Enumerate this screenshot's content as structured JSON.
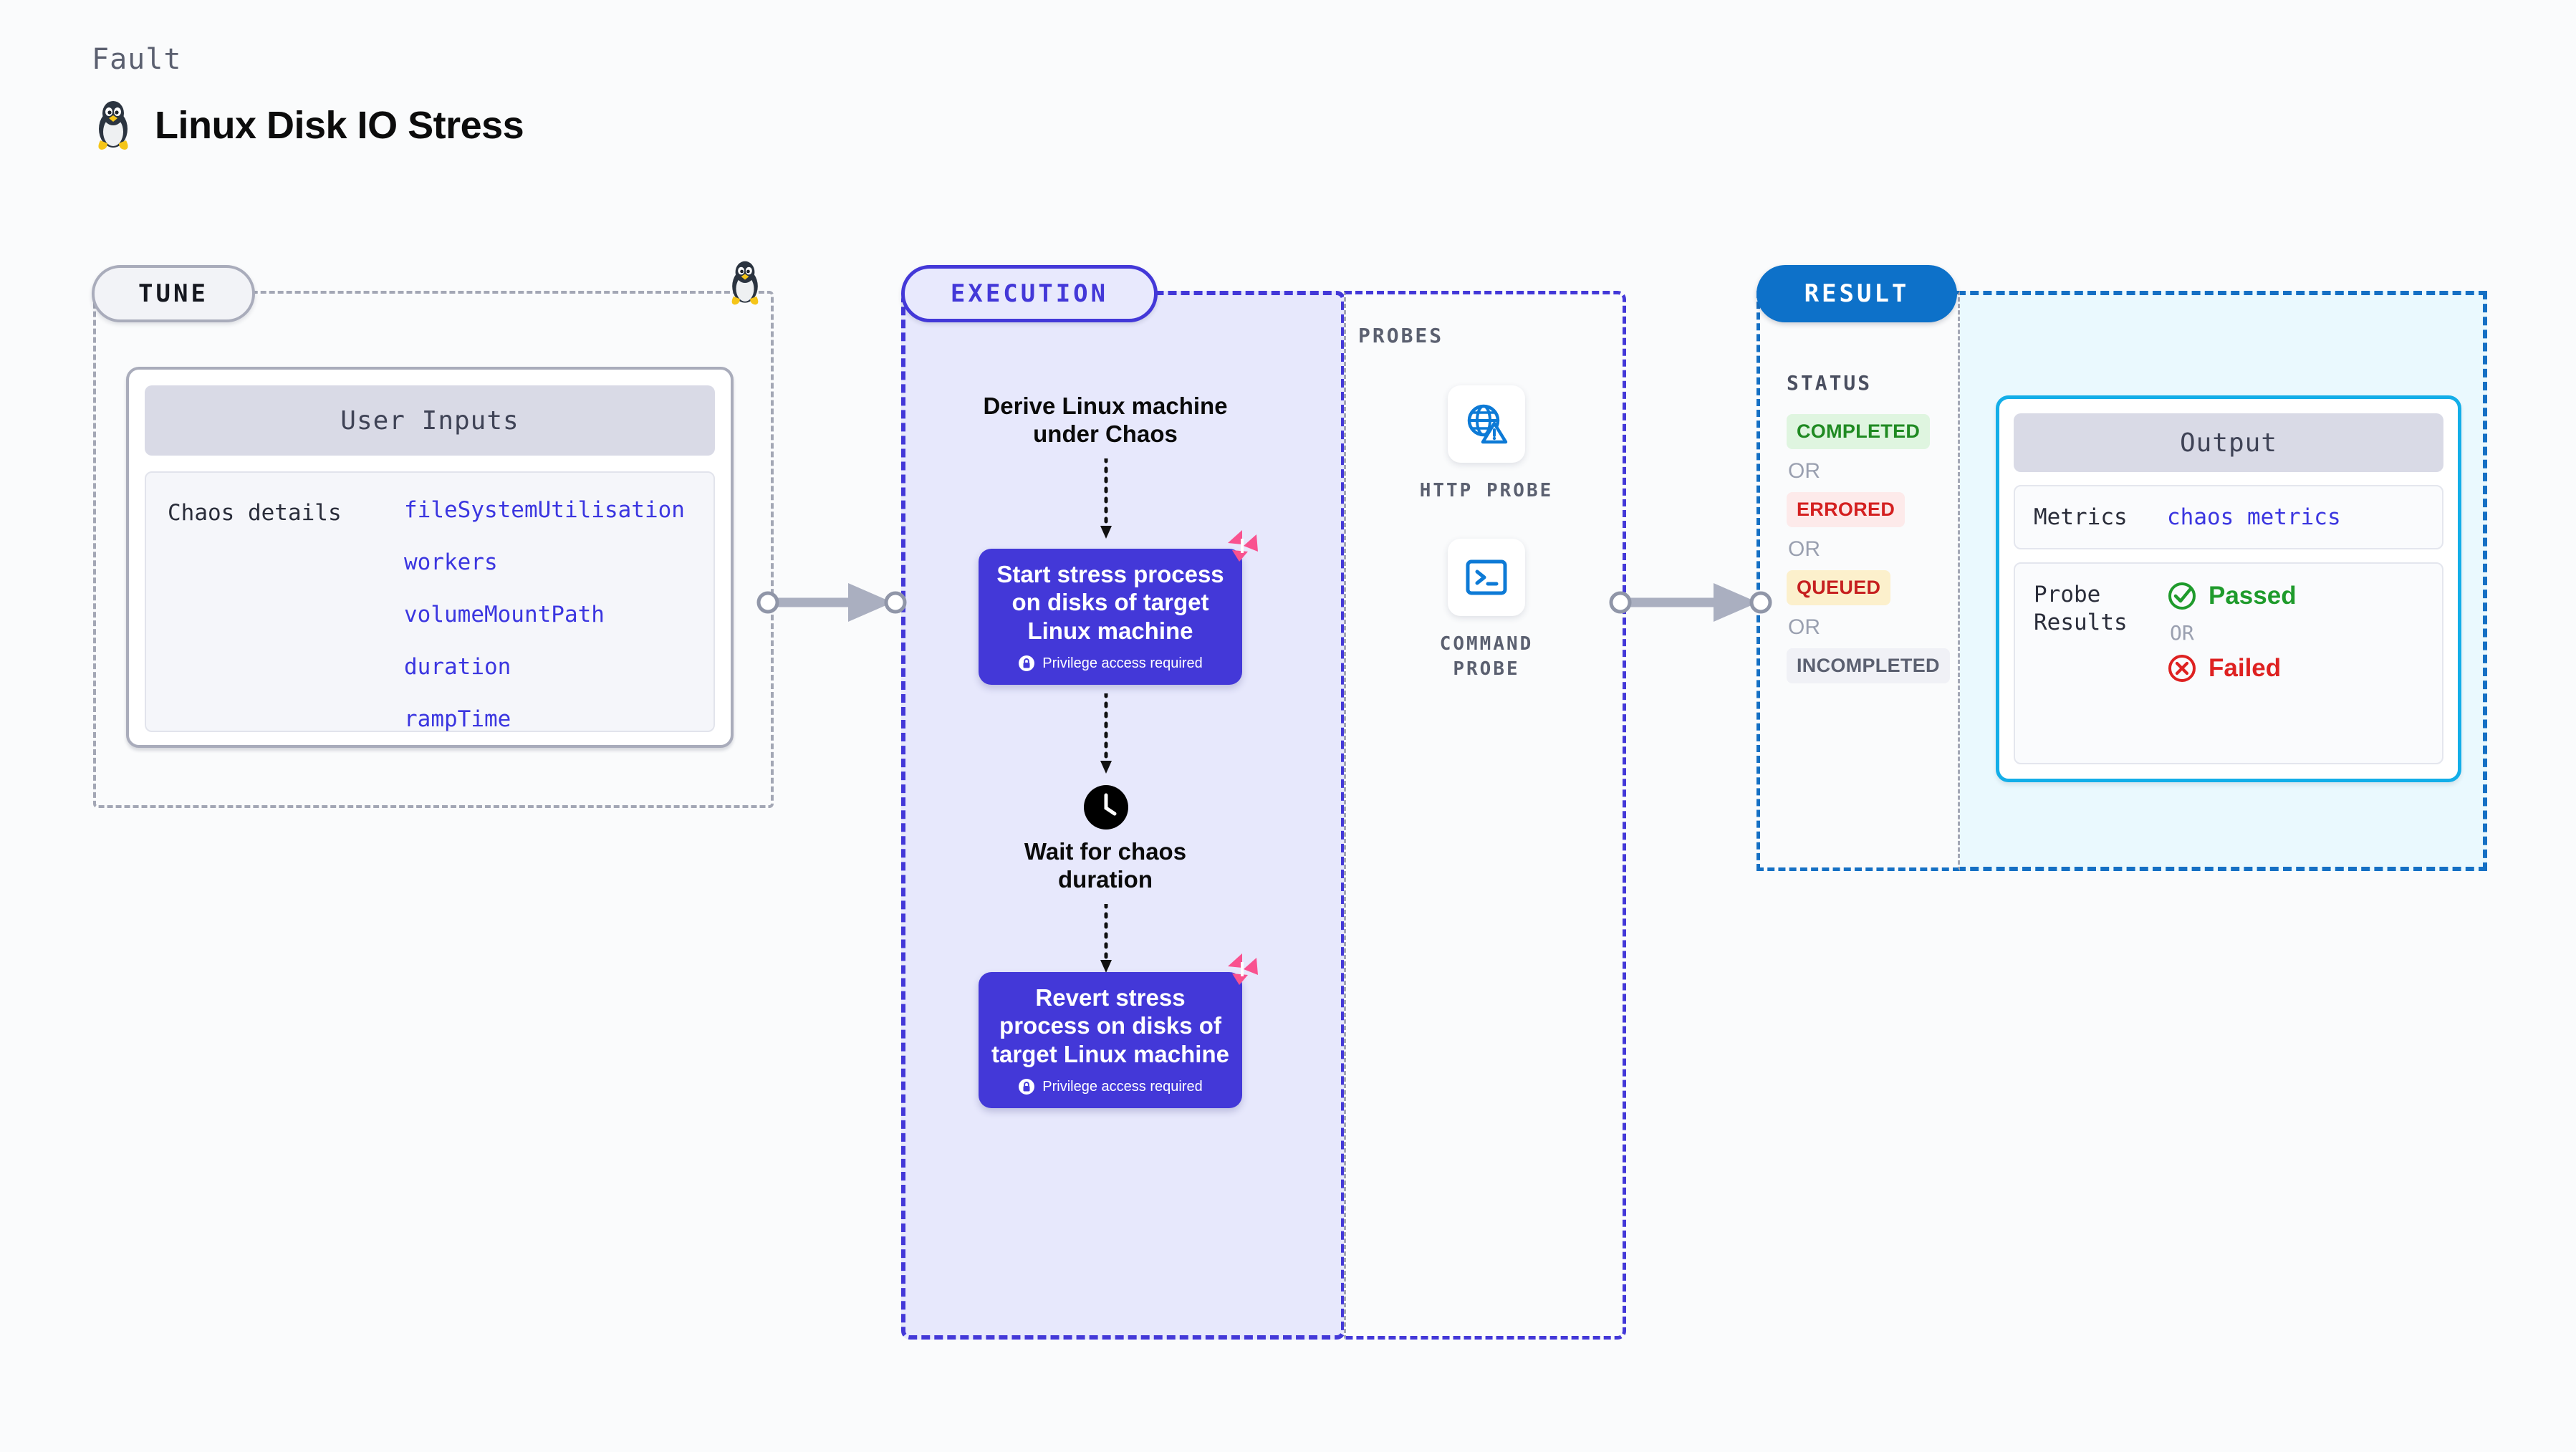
{
  "header": {
    "kicker": "Fault",
    "title": "Linux Disk IO Stress",
    "icon": "linux-penguin-icon"
  },
  "tune": {
    "pill_label": "TUNE",
    "card_title": "User Inputs",
    "inputs_key": "Chaos details",
    "params": [
      "fileSystemUtilisation",
      "workers",
      "volumeMountPath",
      "duration",
      "rampTime"
    ]
  },
  "execution": {
    "pill_label": "EXECUTION",
    "derive_step": "Derive Linux machine under Chaos",
    "start_step": {
      "title": "Start stress process on disks of target Linux machine",
      "privilege": "Privilege access required"
    },
    "wait_step": "Wait for chaos duration",
    "revert_step": {
      "title": "Revert stress process on disks of target Linux machine",
      "privilege": "Privilege access required"
    }
  },
  "probes": {
    "label": "PROBES",
    "items": [
      {
        "label": "HTTP PROBE",
        "icon": "globe-warning-icon"
      },
      {
        "label": "COMMAND PROBE",
        "icon": "terminal-icon"
      }
    ]
  },
  "result": {
    "pill_label": "RESULT",
    "status_label": "STATUS",
    "or_label": "OR",
    "statuses": [
      {
        "label": "COMPLETED",
        "bg": "#dff5e0",
        "fg": "#1f8a22"
      },
      {
        "label": "ERRORED",
        "bg": "#fdeaea",
        "fg": "#d42020"
      },
      {
        "label": "QUEUED",
        "bg": "#fcf0cc",
        "fg": "#c62020"
      },
      {
        "label": "INCOMPLETED",
        "bg": "#f0f1f6",
        "fg": "#5b6070"
      }
    ],
    "output": {
      "card_title": "Output",
      "metrics_key": "Metrics",
      "metrics_value": "chaos metrics",
      "probe_results_key": "Probe Results",
      "passed_label": "Passed",
      "failed_label": "Failed",
      "or_label": "OR"
    }
  },
  "colors": {
    "purple": "#4338d8",
    "purple_bg": "#e7e8fc",
    "blue": "#0d71c9",
    "cyan": "#13aee8",
    "cyan_bg": "#eaf9fe",
    "pink": "#f9528f",
    "green": "#1f9b2c",
    "red": "#de2121",
    "gray": "#a3a7b5"
  }
}
